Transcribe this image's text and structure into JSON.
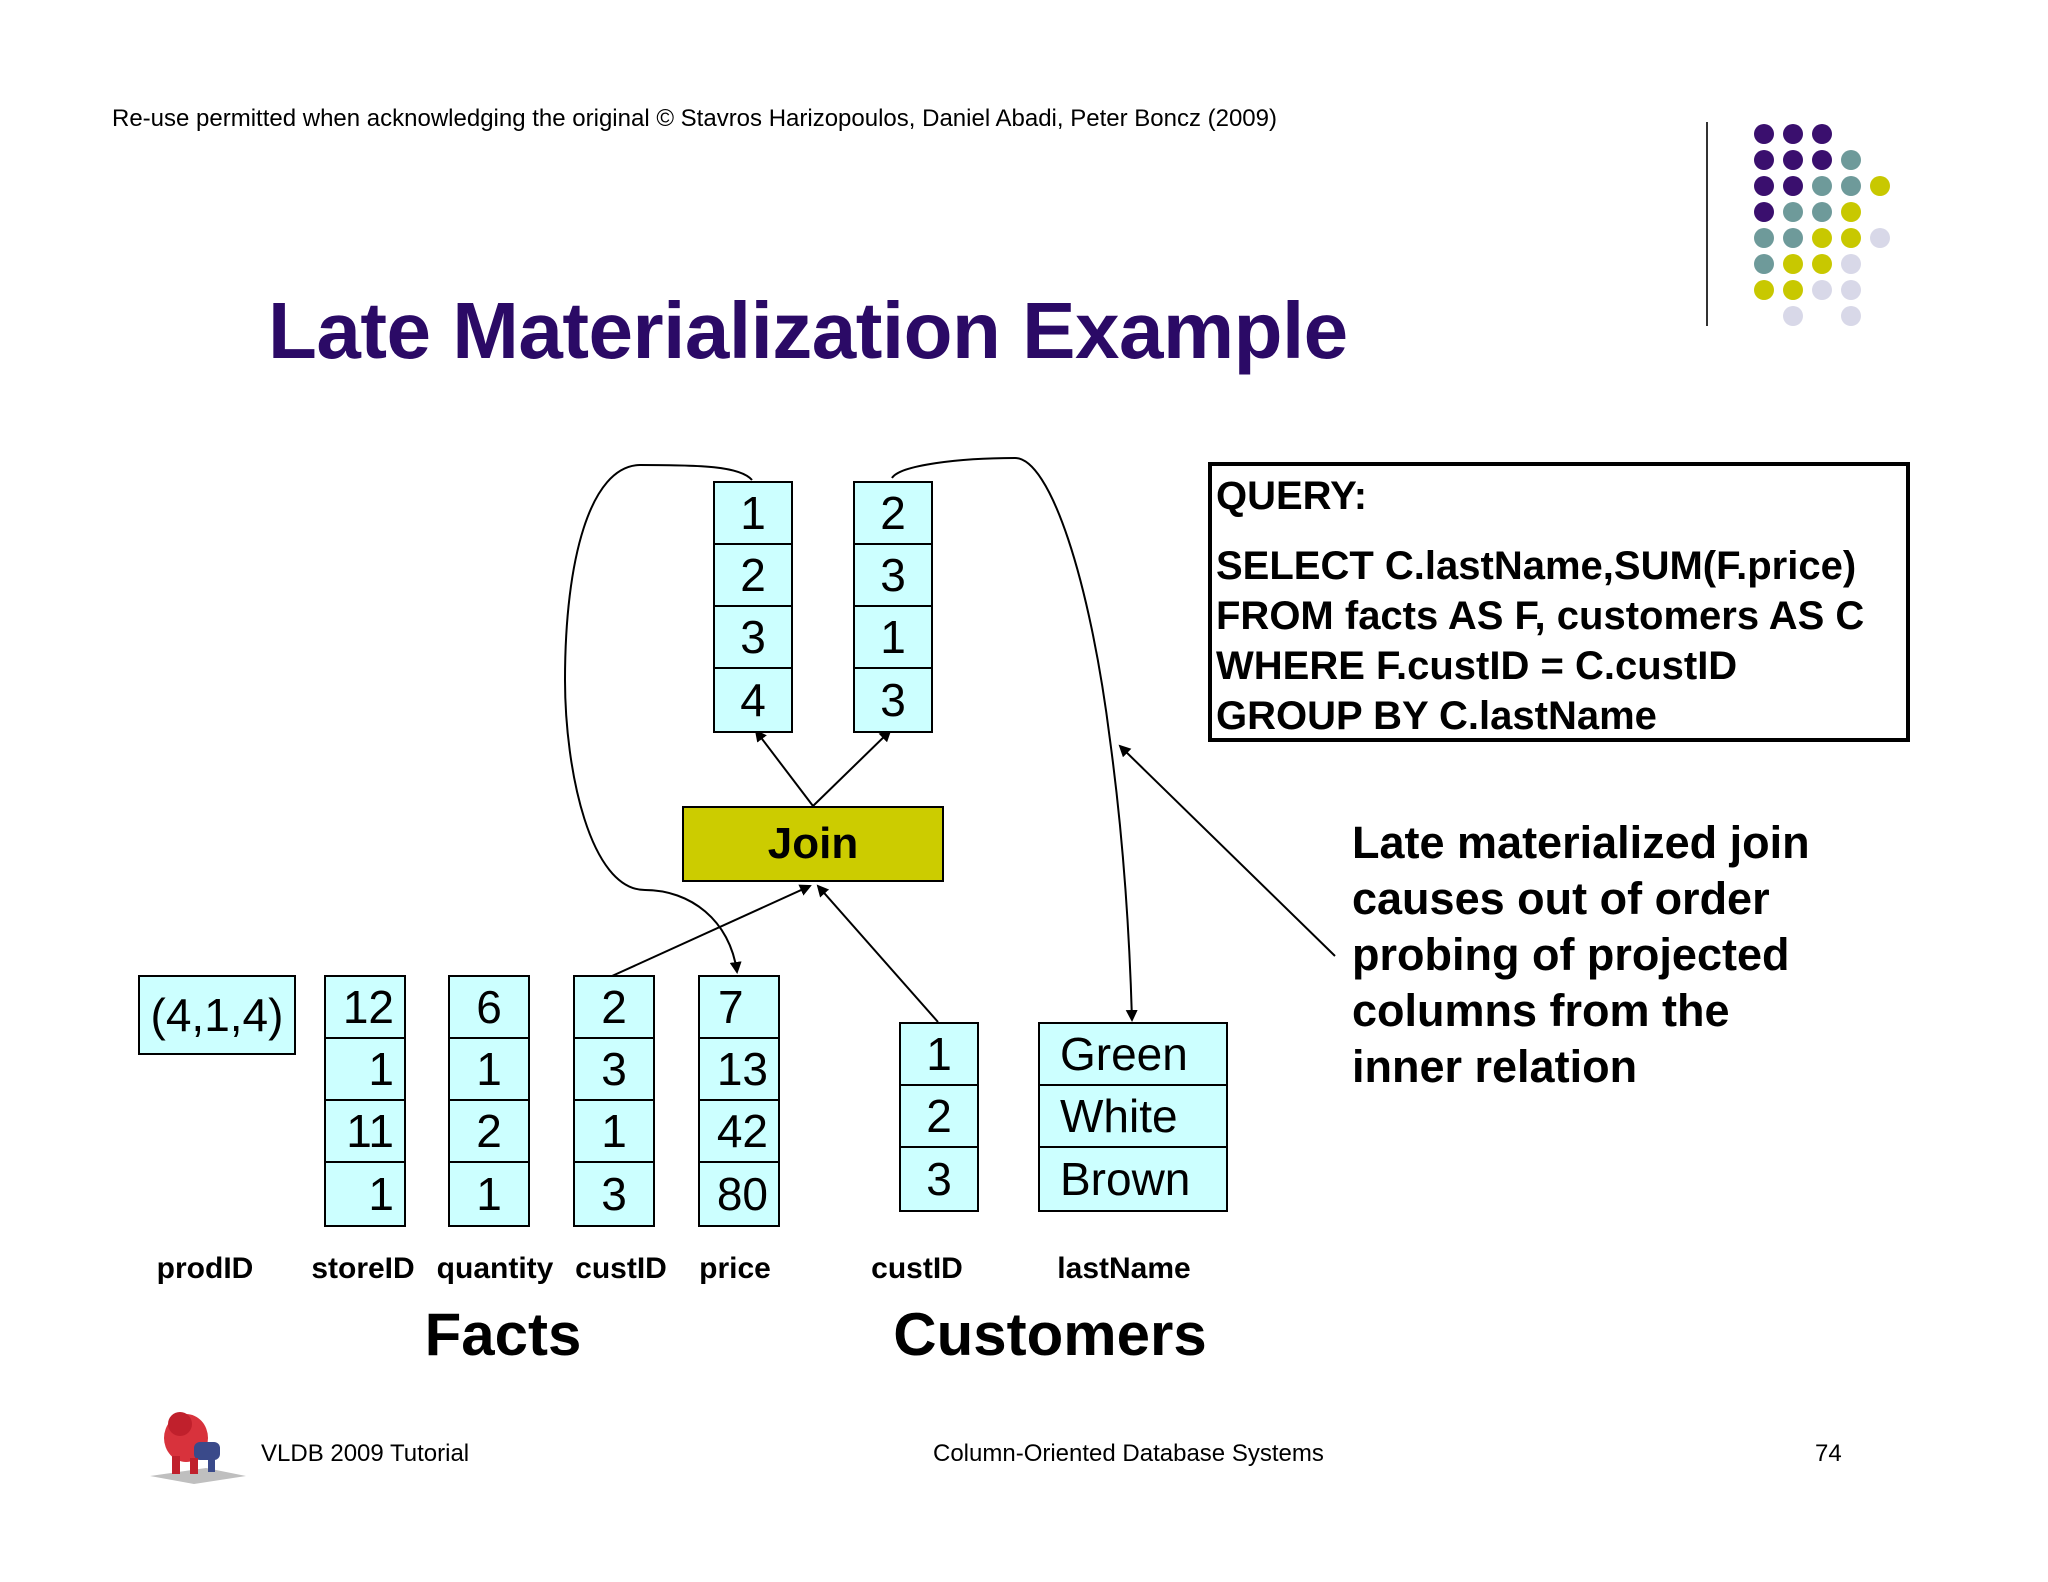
{
  "copyright": "Re-use permitted when acknowledging the original © Stavros Harizopoulos, Daniel Abadi, Peter Boncz (2009)",
  "title": "Late Materialization Example",
  "colors": {
    "title": "#2b0a66",
    "cell_fill": "#ccffff",
    "join_fill": "#cccc00",
    "dot_purple": "#3a0f6e",
    "dot_teal": "#6e9a9a",
    "dot_lime": "#c8c800",
    "dot_lavender": "#d8d8e8"
  },
  "join_output": {
    "left": [
      "1",
      "2",
      "3",
      "4"
    ],
    "right": [
      "2",
      "3",
      "1",
      "3"
    ]
  },
  "join_label": "Join",
  "facts": {
    "prodID_value": "(4,1,4)",
    "storeID": [
      "12",
      "1",
      "11",
      "1"
    ],
    "quantity": [
      "6",
      "1",
      "2",
      "1"
    ],
    "custID": [
      "2",
      "3",
      "1",
      "3"
    ],
    "price": [
      "7",
      "13",
      "42",
      "80"
    ]
  },
  "customers": {
    "custID": [
      "1",
      "2",
      "3"
    ],
    "lastName": [
      "Green",
      "White",
      "Brown"
    ]
  },
  "column_labels": {
    "prodID": "prodID",
    "storeID": "storeID",
    "quantity": "quantity",
    "facts_custID": "custID",
    "price": "price",
    "cust_custID": "custID",
    "lastName": "lastName"
  },
  "groups": {
    "facts": "Facts",
    "customers": "Customers"
  },
  "query": {
    "heading": "QUERY:",
    "lines": [
      "SELECT C.lastName,SUM(F.price)",
      "FROM facts AS F, customers AS C",
      "WHERE F.custID = C.custID",
      "GROUP BY C.lastName"
    ]
  },
  "note_lines": [
    "Late materialized join",
    "causes out of order",
    "probing of projected",
    "columns from the",
    "inner relation"
  ],
  "footer": {
    "left": "VLDB 2009 Tutorial",
    "center": "Column-Oriented Database Systems",
    "page": "74"
  },
  "logo": {
    "icon": "lion-statue-logo"
  }
}
